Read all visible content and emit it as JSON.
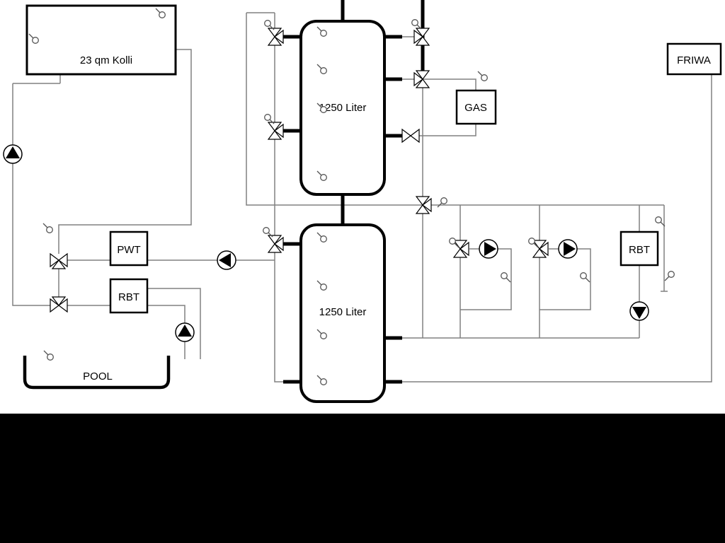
{
  "diagram": {
    "labels": {
      "collector": "23 qm Kolli",
      "tank_top": "1250 Liter",
      "tank_bottom": "1250 Liter",
      "gas": "GAS",
      "friwa": "FRIWA",
      "pwt": "PWT",
      "rbt_left": "RBT",
      "rbt_right": "RBT",
      "pool": "POOL"
    },
    "colors": {
      "pipe_gray": "#808080",
      "outline_black": "#000000",
      "background": "#ffffff",
      "bottom_bar": "#000000"
    }
  }
}
